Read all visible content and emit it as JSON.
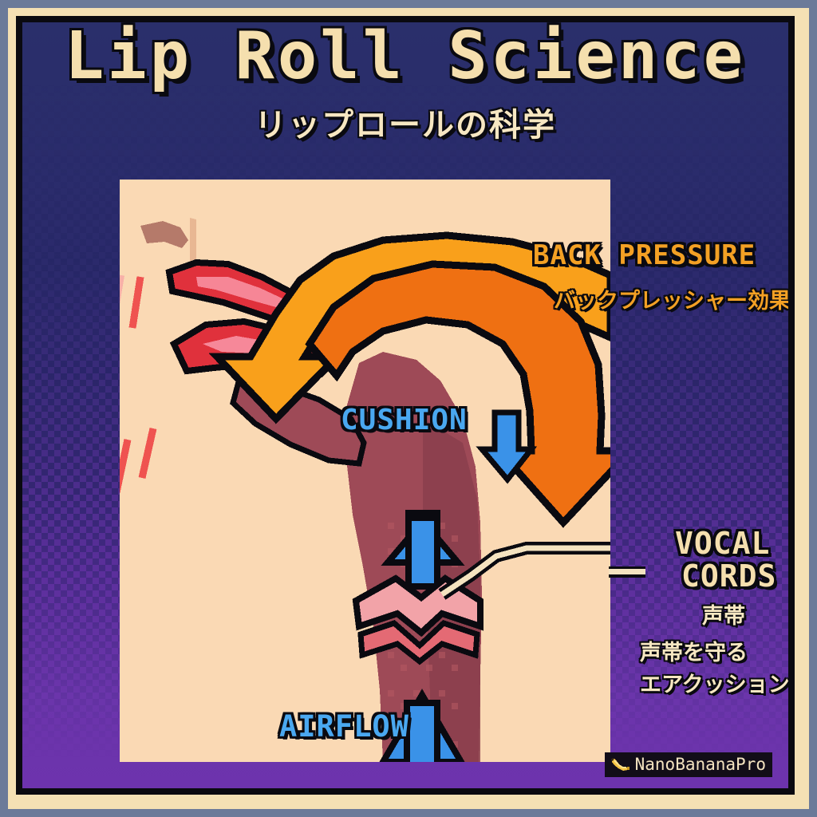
{
  "header": {
    "title": "Lip Roll Science",
    "subtitle": "リップロールの科学"
  },
  "labels": {
    "back_pressure": {
      "en": "BACK PRESSURE",
      "jp": "バックプレッシャー効果",
      "color": "#f3a024"
    },
    "cushion": {
      "en": "CUSHION",
      "color": "#4aa8f0"
    },
    "vocal_cords": {
      "en_line1": "VOCAL",
      "en_line2": "CORDS",
      "jp1": "声帯",
      "jp2": "声帯を守る",
      "jp3": "エアクッション",
      "color": "#f5dfae"
    },
    "airflow": {
      "en": "AIRFLOW",
      "color": "#4aa8f0"
    }
  },
  "watermark": {
    "icon": "banana-icon",
    "text": "NanoBananaPro"
  },
  "palette": {
    "frame_outer": "#6b7a99",
    "frame_cream": "#f4e0b4",
    "frame_black": "#0a0a10",
    "bg_top": "#2a2f6b",
    "bg_bottom": "#6d33ad",
    "panel_cream": "#fad9b4",
    "skin": "#fad9b4",
    "lips_red": "#e0313c",
    "lips_highlight": "#f78d9e",
    "throat_maroon": "#9e4a57",
    "throat_dark": "#7d3a4a",
    "arrow_orange_light": "#f9a01b",
    "arrow_orange_dark": "#ef7012",
    "arrow_blue": "#3a92e8",
    "vocal_fold_pink": "#f2a3a8",
    "title_cream": "#f5dfae"
  }
}
